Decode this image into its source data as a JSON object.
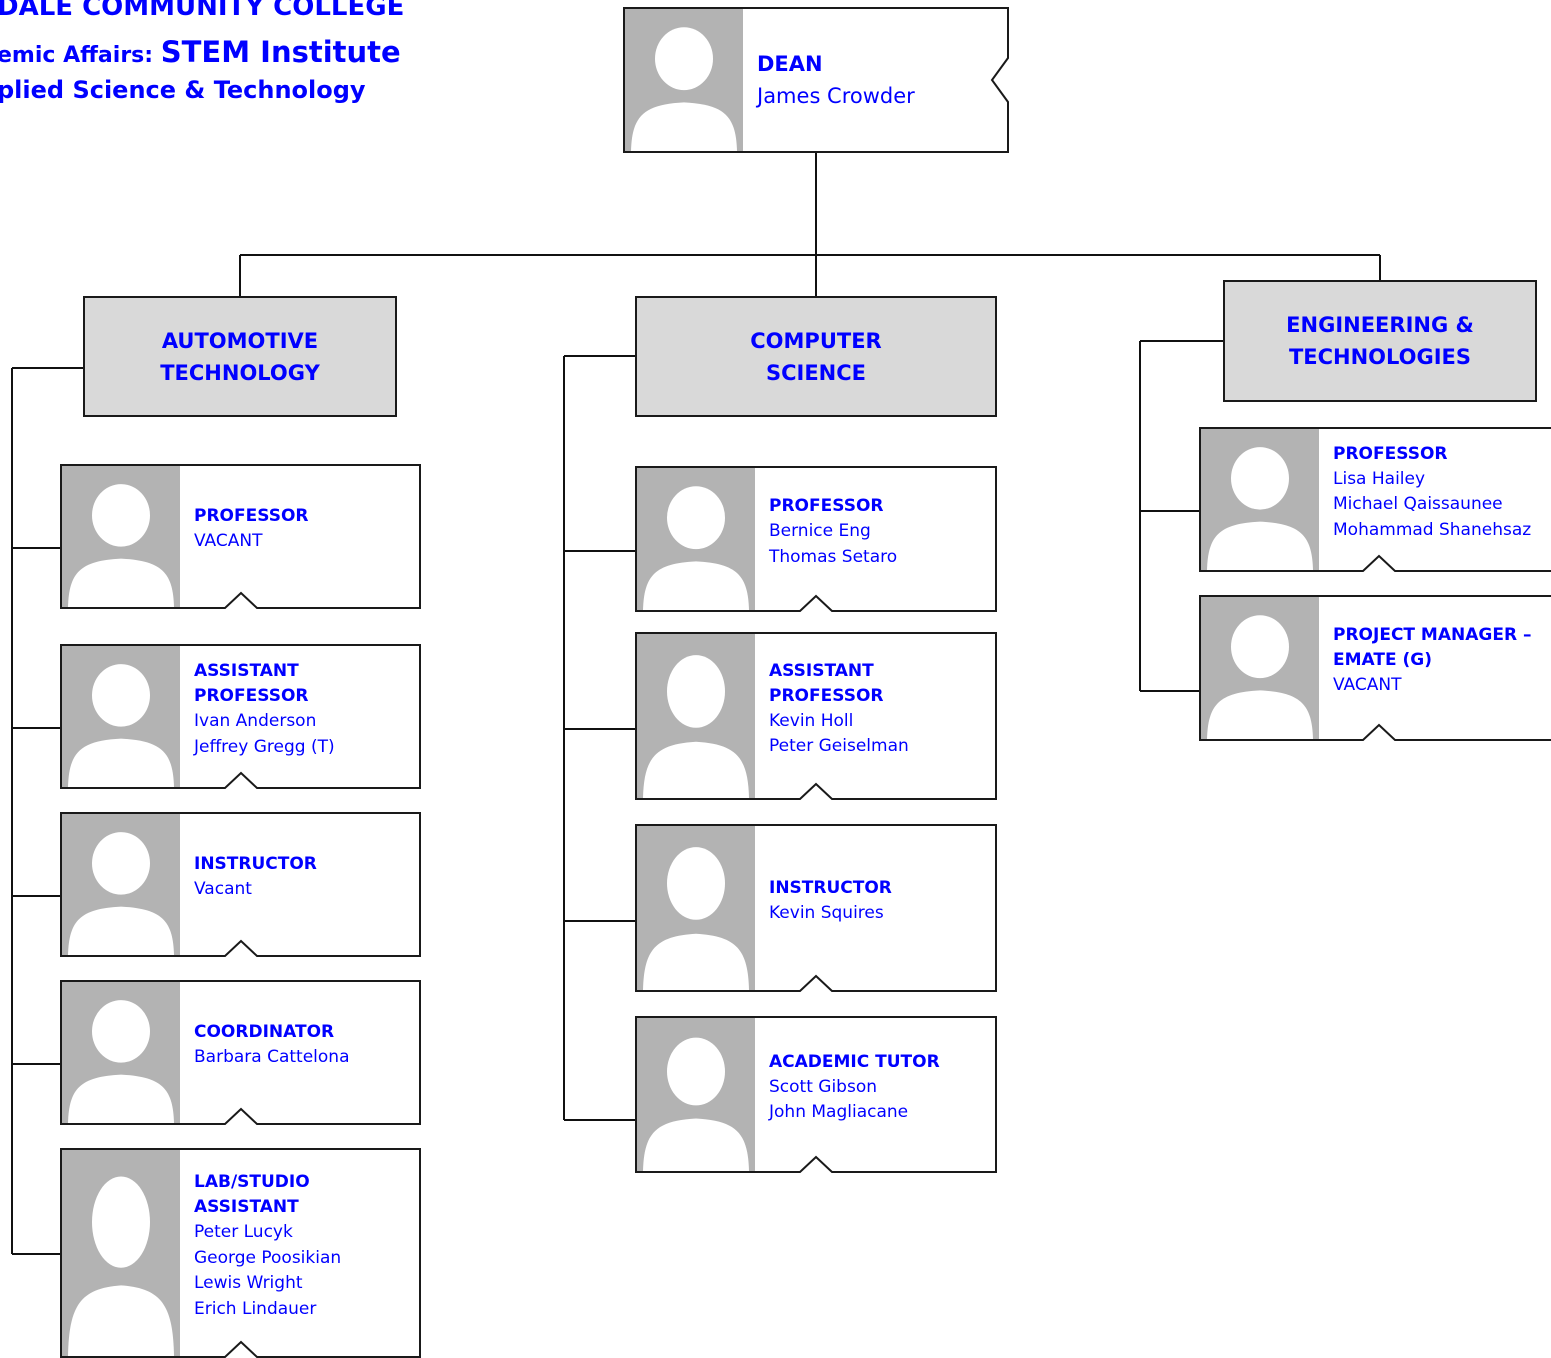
{
  "header": {
    "college": "DALE COMMUNITY COLLEGE",
    "affairs_prefix": "emic Affairs: ",
    "institute": "STEM Institute",
    "division": "plied Science & Technology"
  },
  "dean": {
    "title": "DEAN",
    "names": [
      "James Crowder"
    ]
  },
  "departments": [
    {
      "title_lines": [
        "AUTOMOTIVE",
        "TECHNOLOGY"
      ],
      "positions": [
        {
          "title": "PROFESSOR",
          "names": [
            "VACANT"
          ]
        },
        {
          "title": "ASSISTANT PROFESSOR",
          "names": [
            "Ivan Anderson",
            "Jeffrey Gregg (T)"
          ]
        },
        {
          "title": "INSTRUCTOR",
          "names": [
            "Vacant"
          ]
        },
        {
          "title": "COORDINATOR",
          "names": [
            "Barbara Cattelona"
          ]
        },
        {
          "title": "LAB/STUDIO ASSISTANT",
          "names": [
            "Peter Lucyk",
            "George Poosikian",
            "Lewis Wright",
            "Erich Lindauer"
          ]
        }
      ]
    },
    {
      "title_lines": [
        "COMPUTER",
        "SCIENCE"
      ],
      "positions": [
        {
          "title": "PROFESSOR",
          "names": [
            "Bernice Eng",
            "Thomas Setaro"
          ]
        },
        {
          "title": "ASSISTANT PROFESSOR",
          "names": [
            "Kevin Holl",
            "Peter Geiselman"
          ]
        },
        {
          "title": "INSTRUCTOR",
          "names": [
            "Kevin Squires"
          ]
        },
        {
          "title": "ACADEMIC TUTOR",
          "names": [
            "Scott Gibson",
            "John Magliacane"
          ]
        }
      ]
    },
    {
      "title_lines": [
        "ENGINEERING &",
        "TECHNOLOGIES"
      ],
      "positions": [
        {
          "title": "PROFESSOR",
          "names": [
            "Lisa Hailey",
            "Michael Qaissaunee",
            "Mohammad Shanehsaz"
          ]
        },
        {
          "title_lines": [
            "PROJECT MANAGER –",
            "EMATE (G)"
          ],
          "names": [
            "VACANT"
          ]
        }
      ]
    }
  ]
}
